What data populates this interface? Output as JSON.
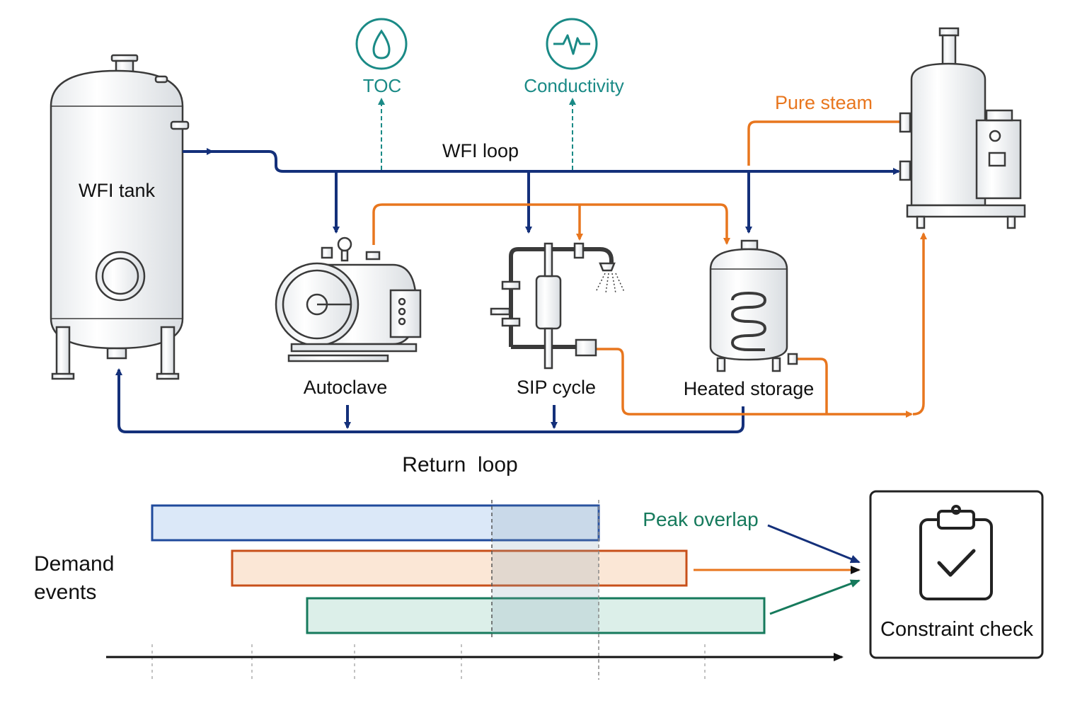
{
  "labels": {
    "wfi_tank": "WFI tank",
    "wfi_loop": "WFI loop",
    "return_loop": "Return  loop",
    "toc": "TOC",
    "conductivity": "Conductivity",
    "pure_steam": "Pure steam",
    "autoclave": "Autoclave",
    "sip_cycle": "SIP cycle",
    "heated_storage": "Heated storage",
    "peak_overlap": "Peak overlap",
    "demand_events_line1": "Demand",
    "demand_events_line2": "events",
    "constraint_check": "Constraint check"
  },
  "colors": {
    "wfi": "#14307a",
    "steam": "#e8761e",
    "sensor": "#1a8a86",
    "equipment": "#3a3a3a",
    "bar_blue": "#1f4a9c",
    "bar_orange": "#c8501a",
    "bar_green": "#167a5c"
  },
  "icons": {
    "toc_sensor": "droplet-icon",
    "conductivity_sensor": "pulse-icon",
    "constraint_check": "clipboard-check-icon"
  }
}
